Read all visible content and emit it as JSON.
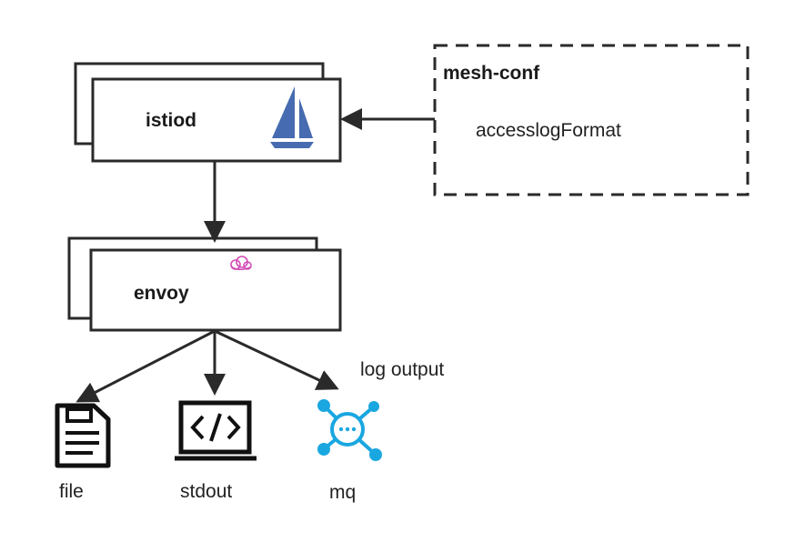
{
  "nodes": {
    "istiod": {
      "label": "istiod"
    },
    "envoy": {
      "label": "envoy"
    },
    "mesh_conf": {
      "title": "mesh-conf",
      "field": "accesslogFormat"
    }
  },
  "edge_label": "log output",
  "outputs": [
    {
      "label": "file",
      "icon": "file-icon"
    },
    {
      "label": "stdout",
      "icon": "code-terminal-icon"
    },
    {
      "label": "mq",
      "icon": "message-queue-icon"
    }
  ],
  "colors": {
    "stroke": "#2a2a2a",
    "istio_sail": "#466bb0",
    "envoy_logo": "#d24bb5",
    "mq_accent": "#1aa7e0"
  }
}
